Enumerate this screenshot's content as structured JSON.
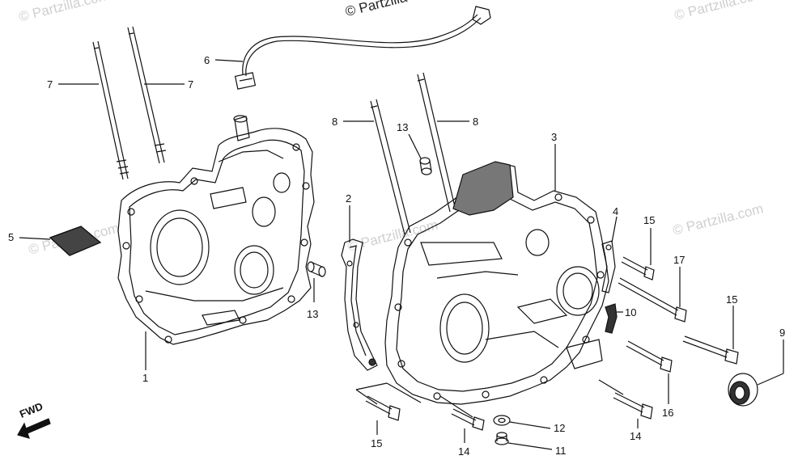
{
  "watermarks": [
    "© Partzilla",
    "© Partzilla.com",
    "© Partzilla.com",
    "© Partzilla.com",
    "© Partzilla.com",
    "© Partzilla.com"
  ],
  "fwd_label": "FWD",
  "callouts": [
    {
      "id": "c1",
      "label": "1"
    },
    {
      "id": "c2",
      "label": "2"
    },
    {
      "id": "c3",
      "label": "3"
    },
    {
      "id": "c4",
      "label": "4"
    },
    {
      "id": "c5",
      "label": "5"
    },
    {
      "id": "c6",
      "label": "6"
    },
    {
      "id": "c7a",
      "label": "7"
    },
    {
      "id": "c7b",
      "label": "7"
    },
    {
      "id": "c8a",
      "label": "8"
    },
    {
      "id": "c8b",
      "label": "8"
    },
    {
      "id": "c9",
      "label": "9"
    },
    {
      "id": "c10",
      "label": "10"
    },
    {
      "id": "c11",
      "label": "11"
    },
    {
      "id": "c12",
      "label": "12"
    },
    {
      "id": "c13a",
      "label": "13"
    },
    {
      "id": "c13b",
      "label": "13"
    },
    {
      "id": "c14a",
      "label": "14"
    },
    {
      "id": "c14b",
      "label": "14"
    },
    {
      "id": "c15a",
      "label": "15"
    },
    {
      "id": "c15b",
      "label": "15"
    },
    {
      "id": "c15c",
      "label": "15"
    },
    {
      "id": "c16",
      "label": "16"
    },
    {
      "id": "c17",
      "label": "17"
    }
  ]
}
